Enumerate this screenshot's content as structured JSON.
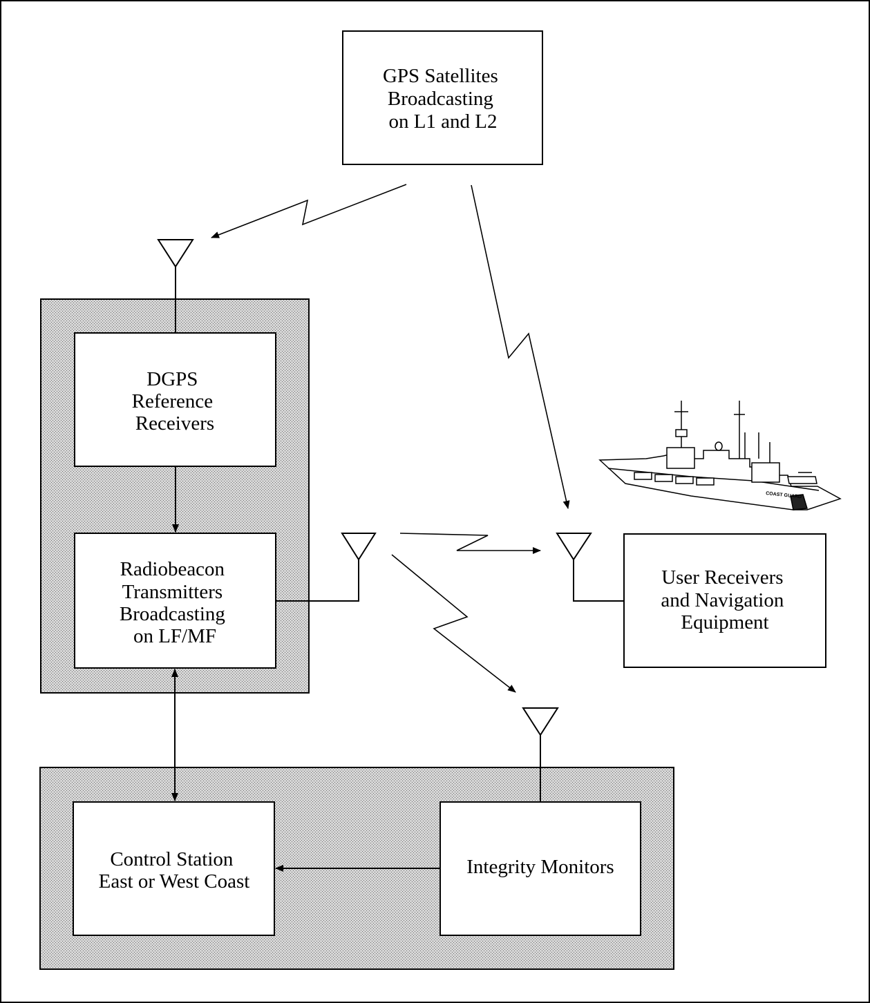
{
  "diagram": {
    "boxes": {
      "gps": [
        "GPS Satellites",
        "Broadcasting",
        "on L1 and L2"
      ],
      "ref": [
        "DGPS",
        "Reference",
        "Receivers"
      ],
      "radio": [
        "Radiobeacon",
        "Transmitters",
        "Broadcasting",
        "on LF/MF"
      ],
      "user": [
        "User Receivers",
        "and Navigation",
        "Equipment"
      ],
      "control": [
        "Control Station",
        "East or West Coast"
      ],
      "integrity": [
        "Integrity Monitors"
      ]
    },
    "ship_label": "COAST GUARD",
    "colors": {
      "shade": "#c4c4c4",
      "line": "#000000",
      "paper": "#ffffff"
    }
  }
}
